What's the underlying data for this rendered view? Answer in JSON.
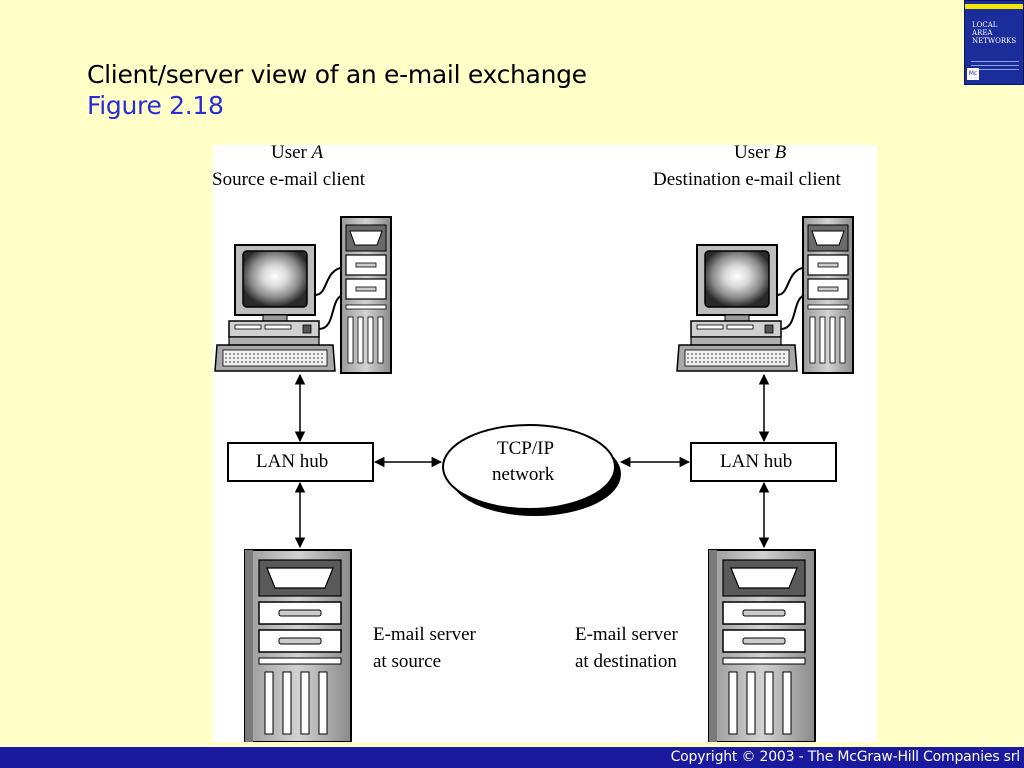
{
  "slide": {
    "title": "Client/server view of an e-mail exchange",
    "subtitle": "Figure 2.18",
    "copyright": "Copyright © 2003 - The McGraw-Hill Companies srl"
  },
  "book_cover": {
    "title": "LOCAL\nAREA\nNETWORKS"
  },
  "diagram": {
    "user_a": {
      "name": "User A",
      "role": "Source e-mail client"
    },
    "user_b": {
      "name": "User B",
      "role": "Destination e-mail client"
    },
    "left_hub": "LAN hub",
    "right_hub": "LAN hub",
    "network": {
      "line1": "TCP/IP",
      "line2": "network"
    },
    "source_server": {
      "line1": "E-mail server",
      "line2": "at source"
    },
    "destination_server": {
      "line1": "E-mail server",
      "line2": "at destination"
    }
  }
}
